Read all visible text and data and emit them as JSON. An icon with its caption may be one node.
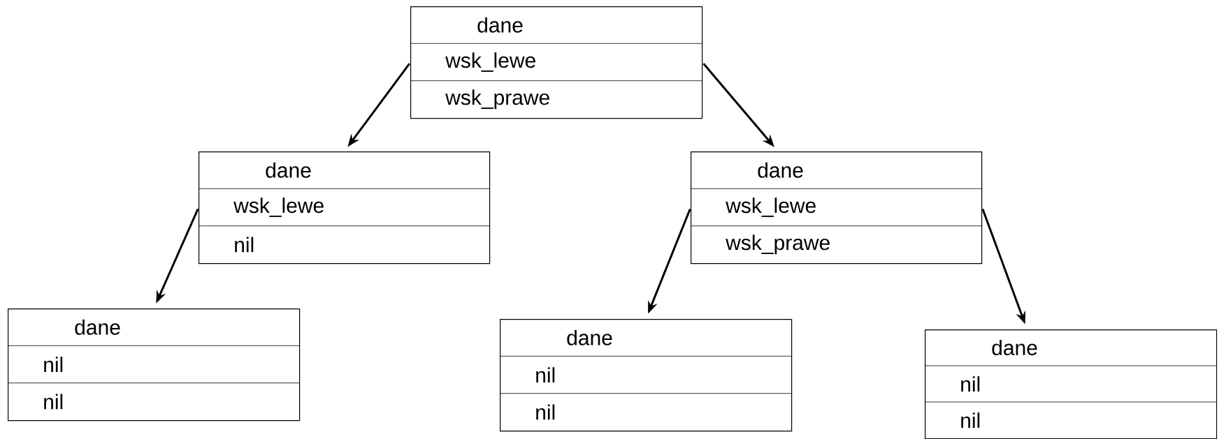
{
  "diagram": {
    "nodes": [
      {
        "text": [
          "dane",
          "wsk_lewe",
          "wsk_prawe"
        ]
      },
      {
        "text": [
          "dane",
          "wsk_lewe",
          "nil"
        ]
      },
      {
        "text": [
          "dane",
          "wsk_lewe",
          "wsk_prawe"
        ]
      },
      {
        "text": [
          "dane",
          "nil",
          "nil"
        ]
      },
      {
        "text": [
          "dane",
          "nil",
          "nil"
        ]
      },
      {
        "text": [
          "dane",
          "nil",
          "nil"
        ]
      }
    ],
    "edges": [
      {
        "from": 0,
        "to": 1,
        "arrow": "to"
      },
      {
        "from": 0,
        "to": 2,
        "arrow": "to"
      },
      {
        "from": 1,
        "to": 3,
        "arrow": "to"
      },
      {
        "from": 2,
        "to": 4,
        "arrow": "to"
      },
      {
        "from": 2,
        "to": 5,
        "arrow": "to"
      }
    ]
  }
}
